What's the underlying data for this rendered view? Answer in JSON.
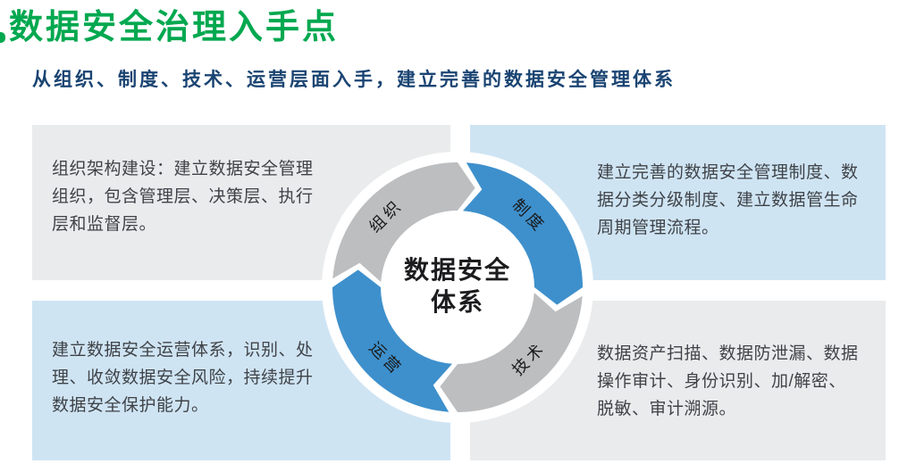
{
  "page": {
    "title": "数据安全治理入手点",
    "subtitle": "从组织、制度、技术、运营层面入手，建立完善的数据安全管理体系"
  },
  "colors": {
    "title_green": "#00a84f",
    "subtitle_navy": "#1a4472",
    "box_gray": "#e9ebec",
    "box_blue": "#cfe4f3",
    "arc_blue": "#3e90cc",
    "arc_gray": "#bdbec0",
    "body_text": "#3f4348",
    "center_text": "#1c1c1e"
  },
  "quadrants": {
    "top_left": {
      "lines": [
        "组织架构建设：建立数据安全管理",
        "组织，包含管理层、决策层、执行",
        "层和监督层。"
      ]
    },
    "top_right": {
      "lines": [
        "建立完善的数据安全管理制度、数",
        "据分类分级制度、建立数据管生命",
        "周期管理流程。"
      ]
    },
    "bottom_left": {
      "lines": [
        "建立数据安全运营体系，识别、处",
        "理、收敛数据安全风险，持续提升",
        "数据安全保护能力。"
      ]
    },
    "bottom_right": {
      "lines": [
        "数据资产扫描、数据防泄漏、数据",
        "操作审计、身份识别、加/解密、",
        "脱敏、审计溯源。"
      ]
    }
  },
  "diagram": {
    "center_lines": [
      "数据安全",
      "体系"
    ],
    "segments": [
      {
        "label": "组织",
        "color": "#bdbec0"
      },
      {
        "label": "制度",
        "color": "#3e90cc"
      },
      {
        "label": "技术",
        "color": "#bdbec0"
      },
      {
        "label": "运营",
        "color": "#3e90cc"
      }
    ]
  }
}
